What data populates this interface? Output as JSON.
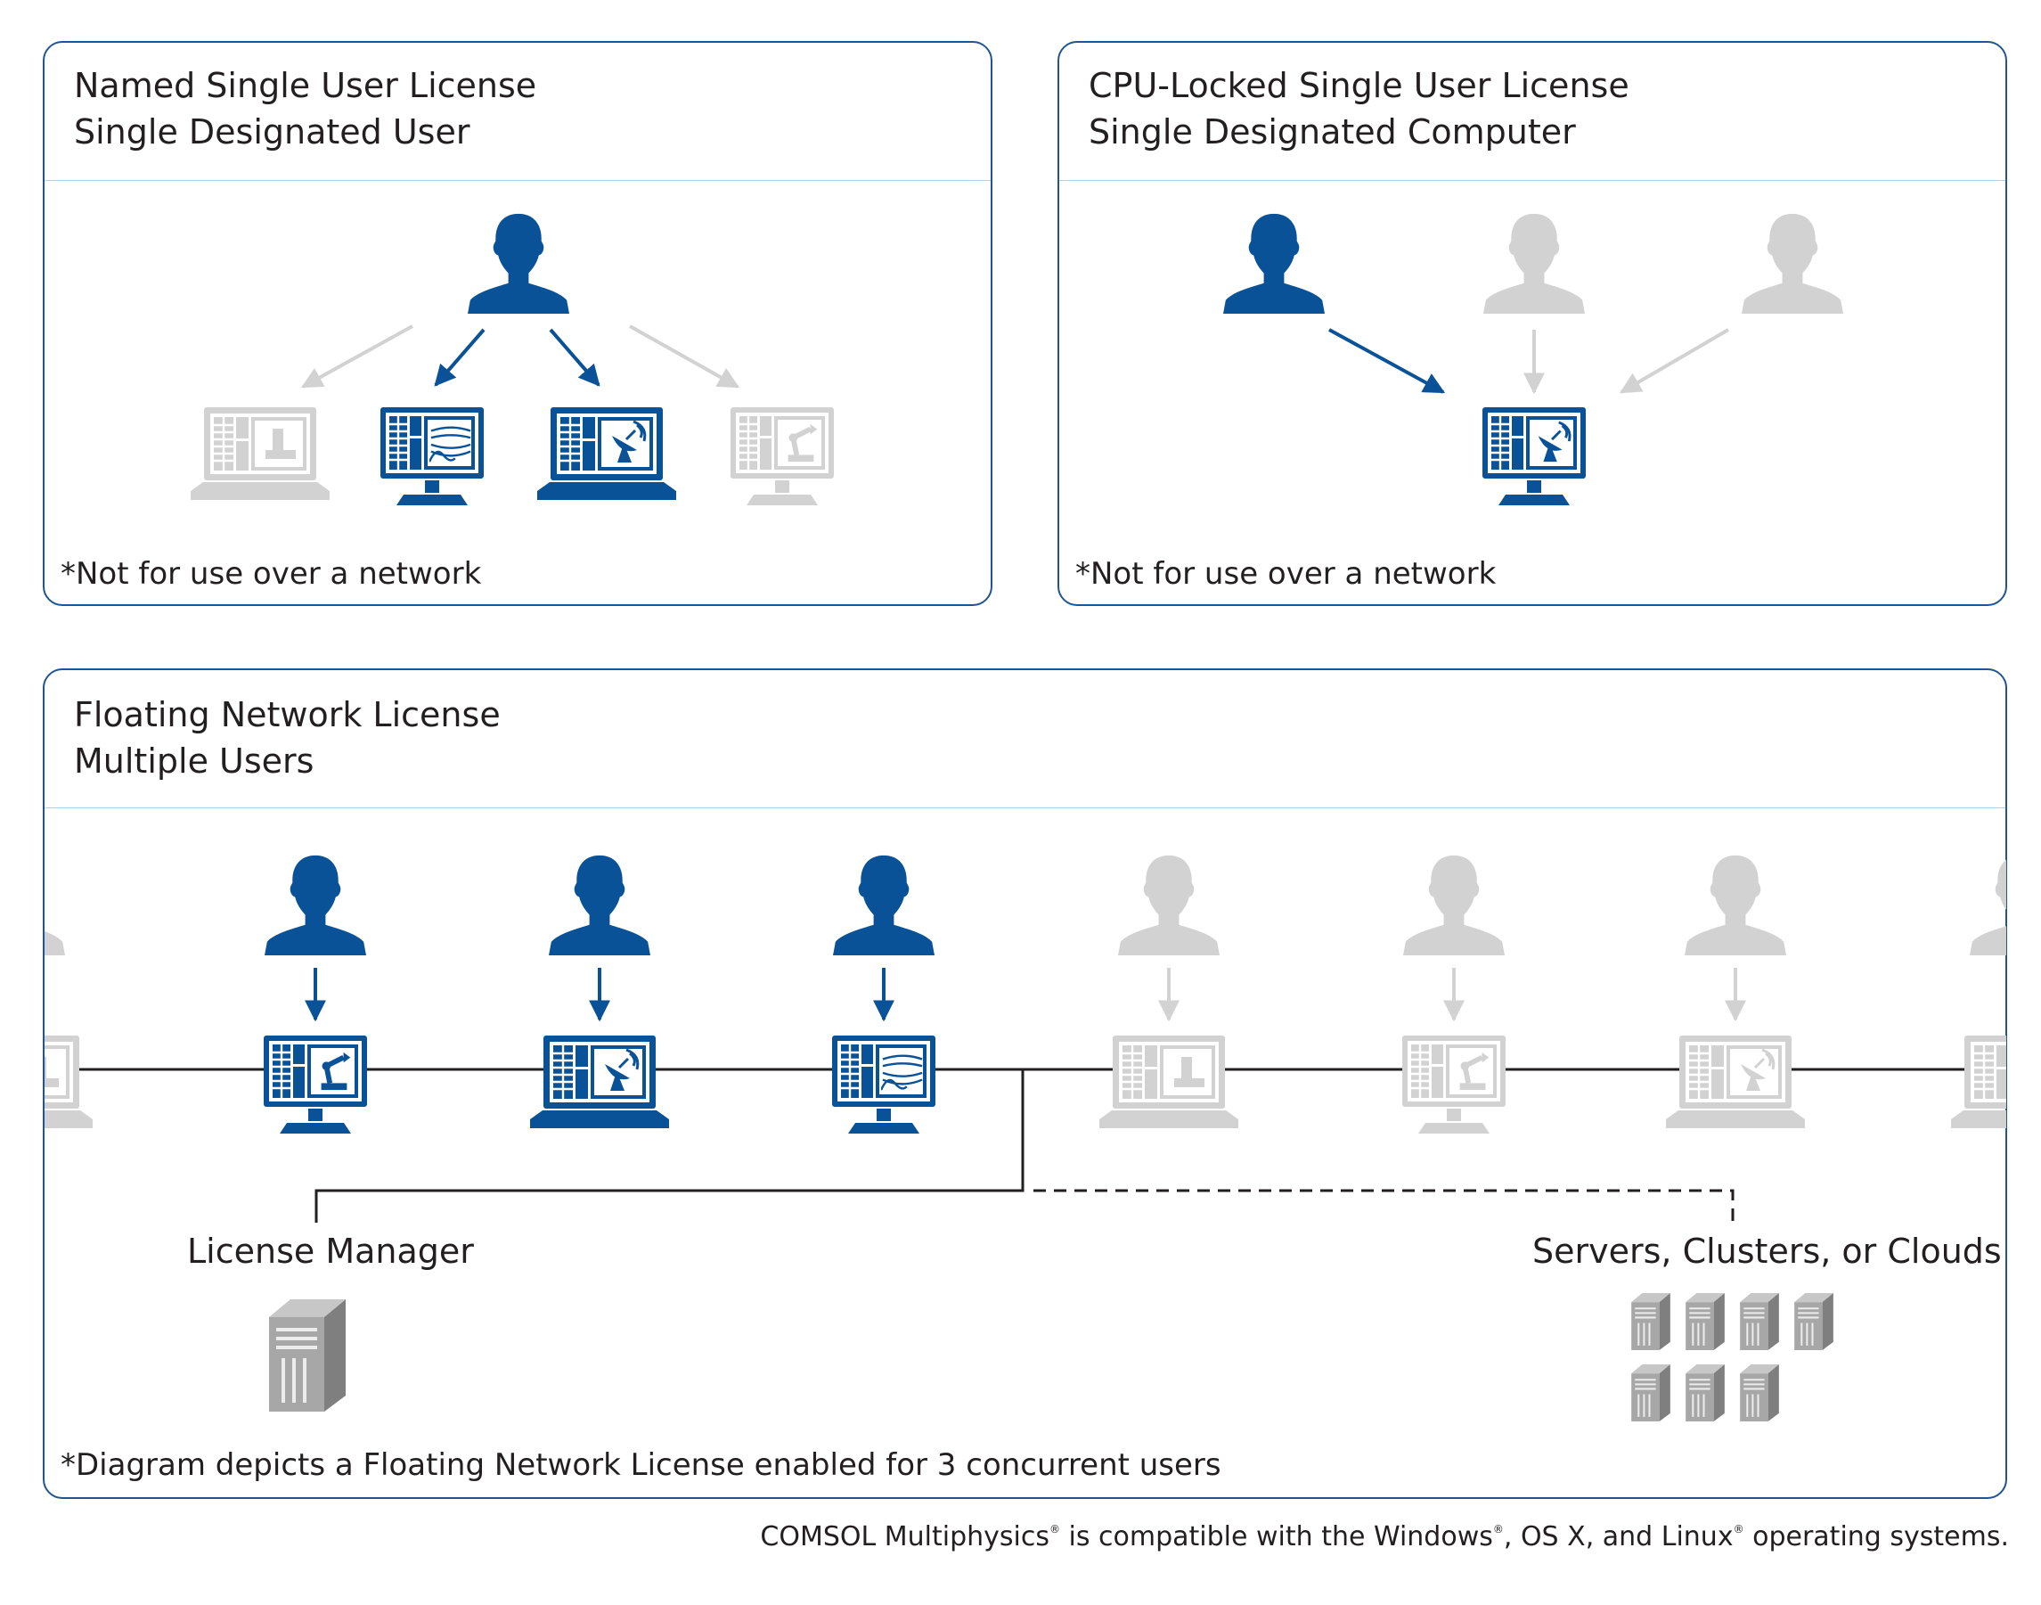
{
  "colors": {
    "accent": "#0a5297",
    "inactive": "#d2d2d2",
    "border": "#1f5592",
    "divider": "#b9cfe2",
    "server": "#9e9e9e"
  },
  "panels": {
    "named": {
      "title_line1": "Named Single User License",
      "title_line2": "Single Designated User",
      "note": "*Not for use over a network"
    },
    "cpu_locked": {
      "title_line1": "CPU-Locked Single User License",
      "title_line2": "Single Designated Computer",
      "note": "*Not for use over a network"
    },
    "floating": {
      "title_line1": "Floating Network License",
      "title_line2": "Multiple Users",
      "license_manager_label": "License Manager",
      "servers_label": "Servers, Clusters, or Clouds",
      "note": "*Diagram depicts a Floating Network License enabled for 3 concurrent users"
    }
  },
  "footer": {
    "part1": "COMSOL Multiphysics",
    "part2": " is compatible with the Windows",
    "part3": ", OS X, and Linux",
    "part4": " operating systems.",
    "reg": "®"
  }
}
